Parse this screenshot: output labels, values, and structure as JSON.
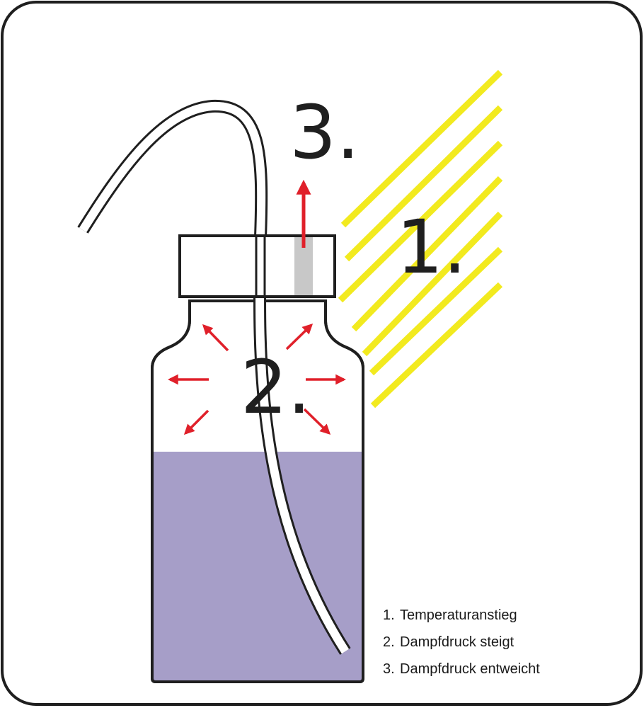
{
  "labels": {
    "step1": "1.",
    "step2": "2.",
    "step3": "3."
  },
  "legend": [
    {
      "number": "1.",
      "text": "Temperaturanstieg"
    },
    {
      "number": "2.",
      "text": "Dampfdruck steigt"
    },
    {
      "number": "3.",
      "text": "Dampfdruck entweicht"
    }
  ],
  "colors": {
    "frame": "#1f1f1f",
    "liquid": "#a69ec8",
    "heat_rays": "#f2ea1f",
    "arrows": "#e0202a",
    "vent": "#c8c8c8"
  }
}
